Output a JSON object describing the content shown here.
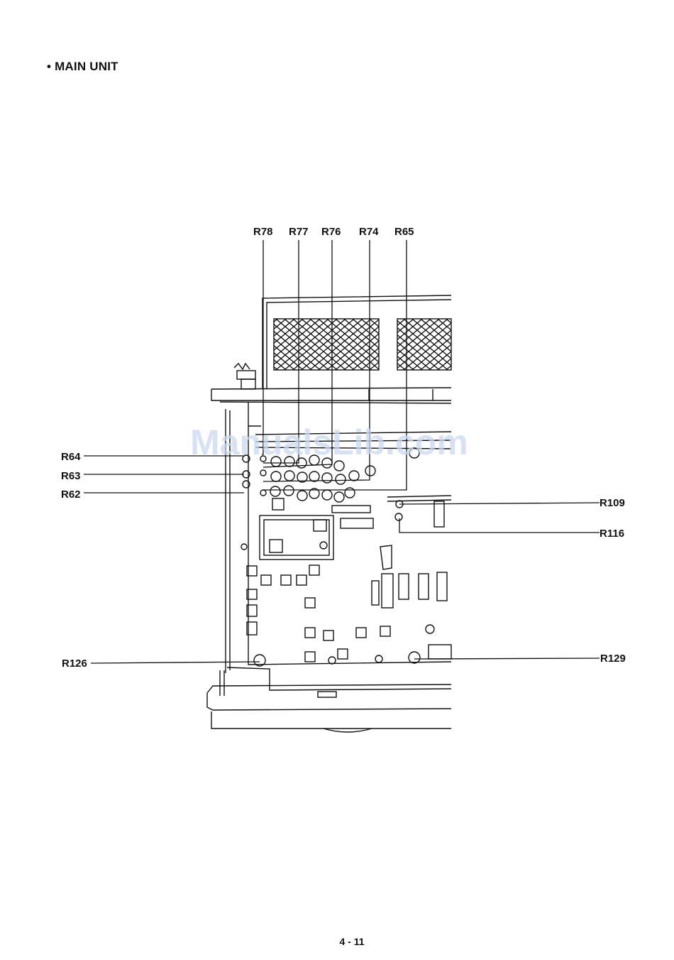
{
  "heading": "• MAIN UNIT",
  "page_number": "4 - 11",
  "watermark": "ManualsLib.com",
  "callouts": {
    "r78": "R78",
    "r77": "R77",
    "r76": "R76",
    "r74": "R74",
    "r65": "R65",
    "r64": "R64",
    "r63": "R63",
    "r62": "R62",
    "r109": "R109",
    "r116": "R116",
    "r126": "R126",
    "r129": "R129"
  }
}
